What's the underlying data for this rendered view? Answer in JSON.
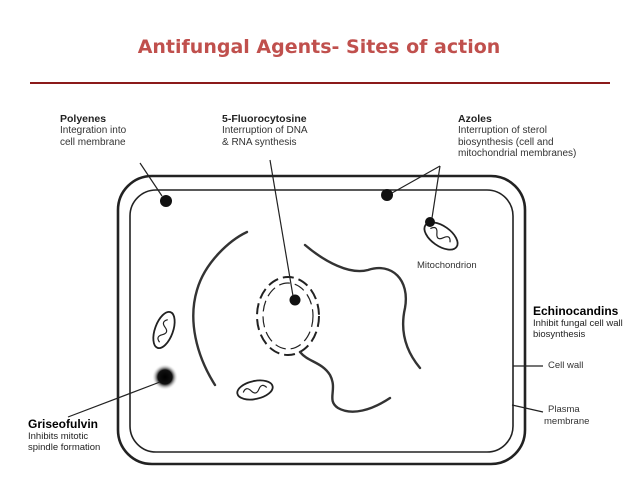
{
  "title": "Antifungal Agents- Sites of action",
  "labels": {
    "polyenes": {
      "name": "Polyenes",
      "line1": "Integration into",
      "line2": "cell membrane"
    },
    "fluorocytosine": {
      "name": "5-Fluorocytosine",
      "line1": "Interruption of DNA",
      "line2": "& RNA synthesis"
    },
    "azoles": {
      "name": "Azoles",
      "line1": "Interruption of sterol",
      "line2": "biosynthesis (cell and",
      "line3": "mitochondrial membranes)"
    },
    "echinocandins": {
      "name": "Echinocandins",
      "line1": "Inhibit fungal cell wall",
      "line2": "biosynthesis"
    },
    "griseofulvin": {
      "name": "Griseofulvin",
      "line1": "Inhibits mitotic",
      "line2": "spindle formation"
    },
    "mitochondrion": "Mitochondrion",
    "cell_wall": "Cell wall",
    "plasma_membrane_1": "Plasma",
    "plasma_membrane_2": "membrane"
  }
}
